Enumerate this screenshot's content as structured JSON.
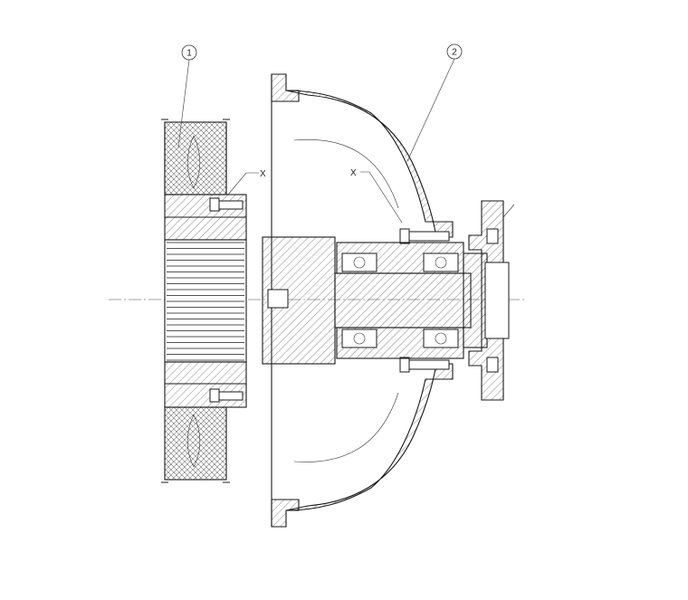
{
  "callouts": [
    {
      "id": "part-1",
      "text": "1"
    },
    {
      "id": "part-2",
      "text": "2"
    }
  ],
  "markers": [
    {
      "id": "x-pulley",
      "text": "X"
    },
    {
      "id": "x-housing",
      "text": "X"
    }
  ],
  "colors": {
    "line": "#1a1a1a",
    "background": "#ffffff"
  }
}
